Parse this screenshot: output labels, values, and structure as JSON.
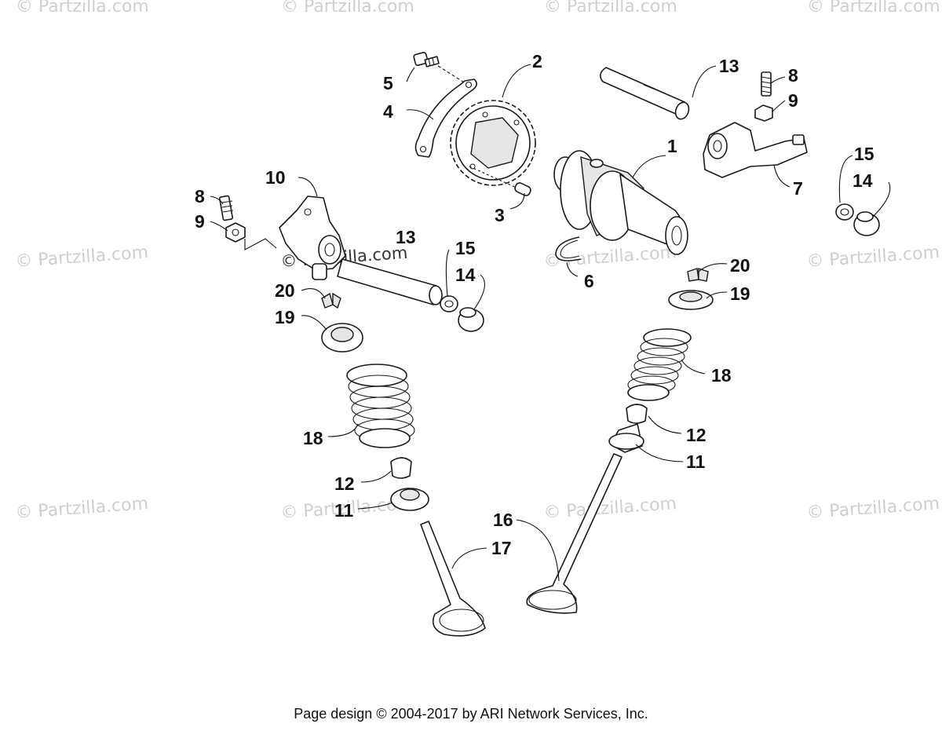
{
  "watermark": "© Partzilla.com",
  "footer": "Page design © 2004-2017 by ARI Network Services, Inc.",
  "callouts": {
    "c1": "1",
    "c2": "2",
    "c3": "3",
    "c4": "4",
    "c5": "5",
    "c6": "6",
    "c7": "7",
    "c8a": "8",
    "c8b": "8",
    "c9a": "9",
    "c9b": "9",
    "c10": "10",
    "c11a": "11",
    "c11b": "11",
    "c12a": "12",
    "c12b": "12",
    "c13a": "13",
    "c13b": "13",
    "c14a": "14",
    "c14b": "14",
    "c15a": "15",
    "c15b": "15",
    "c16": "16",
    "c17": "17",
    "c18a": "18",
    "c18b": "18",
    "c19a": "19",
    "c19b": "19",
    "c20a": "20",
    "c20b": "20"
  }
}
